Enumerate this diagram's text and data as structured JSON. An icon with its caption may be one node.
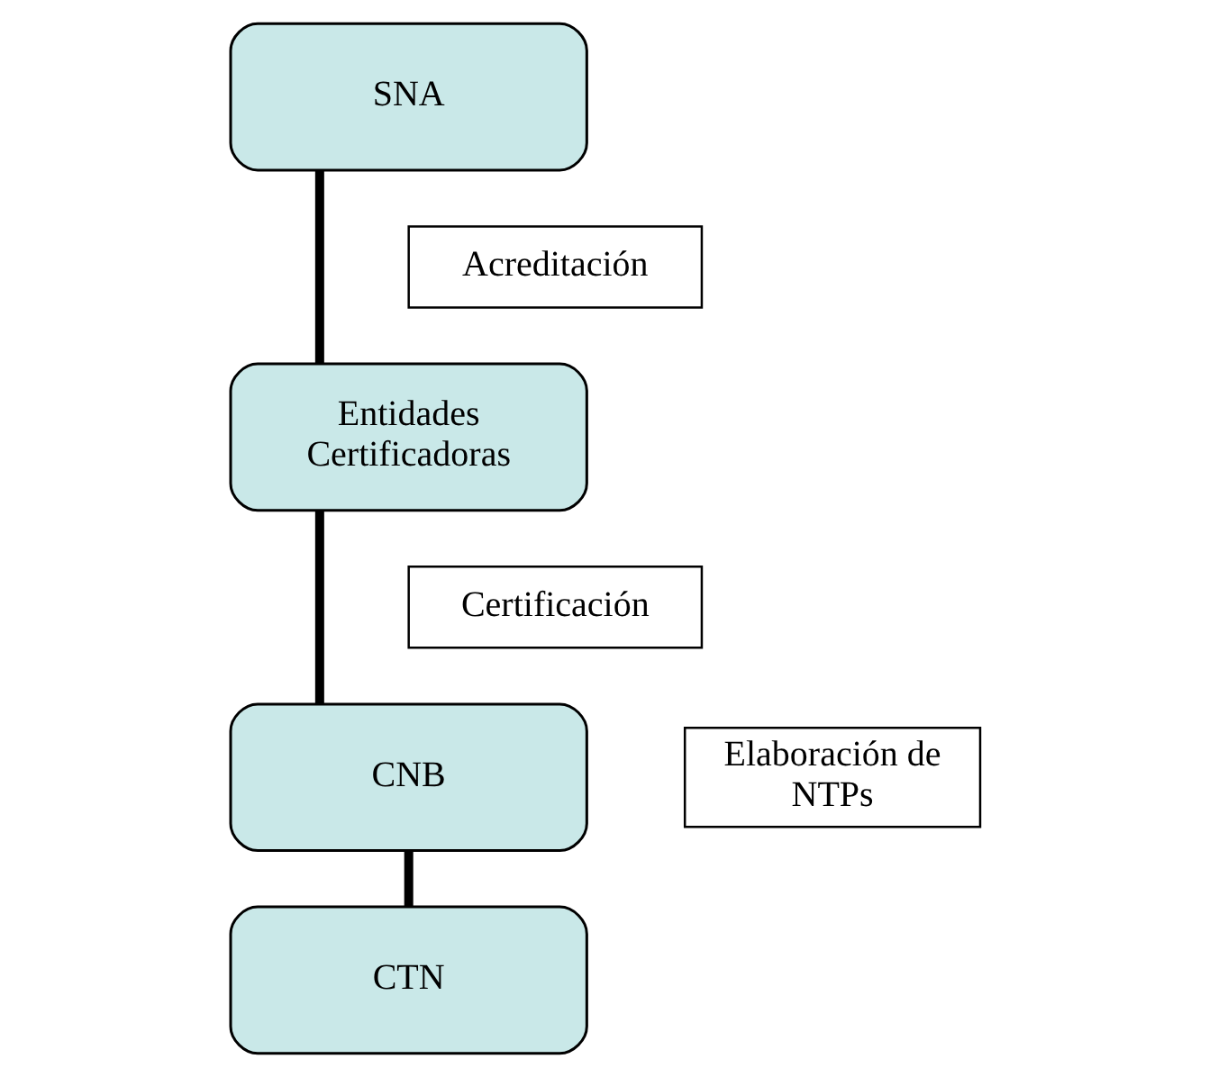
{
  "diagram": {
    "nodes": [
      {
        "text": [
          "SNA"
        ]
      },
      {
        "text": [
          "Entidades Certificadoras"
        ]
      },
      {
        "text": [
          "CNB"
        ]
      },
      {
        "text": [
          "CTN"
        ]
      },
      {
        "text": [
          "Acreditación"
        ]
      },
      {
        "text": [
          "Certificación"
        ]
      },
      {
        "text": [
          "Elaboración de NTPs"
        ]
      }
    ],
    "edges": [
      {
        "from": 0,
        "to": 1,
        "arrow": "none"
      },
      {
        "from": 1,
        "to": 2,
        "arrow": "none"
      },
      {
        "from": 2,
        "to": 3,
        "arrow": "none"
      }
    ]
  }
}
